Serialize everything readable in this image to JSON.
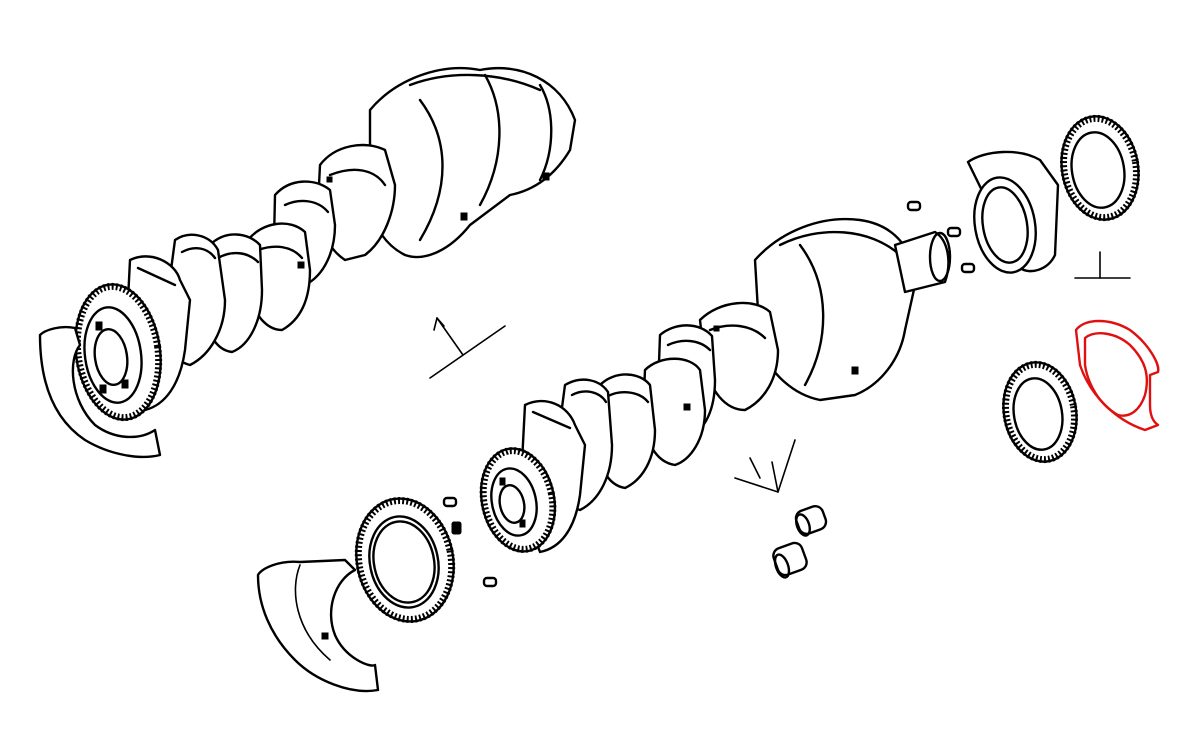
{
  "diagram": {
    "type": "exploded-parts-diagram",
    "highlight_color": "#e01010",
    "ink_color": "#000000",
    "background": "#ffffff",
    "parts": [
      {
        "id": "crankshaft-assembled",
        "icon": "crankshaft-icon"
      },
      {
        "id": "crankshaft-exploded",
        "icon": "crankshaft-icon"
      },
      {
        "id": "front-thrust-washer",
        "icon": "half-ring-washer-icon"
      },
      {
        "id": "front-timing-gear",
        "icon": "gear-ring-icon"
      },
      {
        "id": "front-pulley-hub",
        "icon": "hub-icon"
      },
      {
        "id": "dowel-pins-front",
        "icon": "pin-icon"
      },
      {
        "id": "bushings",
        "icon": "bushing-icon"
      },
      {
        "id": "rear-flange-ring",
        "icon": "ring-icon"
      },
      {
        "id": "rear-gear-ring",
        "icon": "gear-ring-icon"
      },
      {
        "id": "rear-gear-ring-lower",
        "icon": "gear-ring-icon"
      },
      {
        "id": "thrust-washer-highlighted",
        "icon": "half-ring-washer-icon",
        "highlighted": true
      }
    ]
  }
}
